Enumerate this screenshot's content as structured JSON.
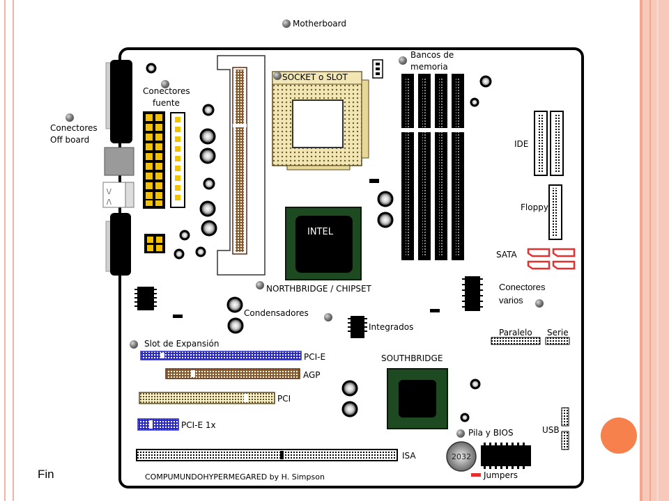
{
  "title": "Motherboard",
  "labels": {
    "socket": "SOCKET o SLOT",
    "memory_banks_line1": "Bancos de",
    "memory_banks_line2": "memoria",
    "power_connectors_line1": "Conectores",
    "power_connectors_line2": "fuente",
    "offboard_line1": "Conectores",
    "offboard_line2": "Off board",
    "ide": "IDE",
    "floppy": "Floppy",
    "sata": "SATA",
    "chip_intel": "INTEL",
    "northbridge": "NORTHBRIDGE / CHIPSET",
    "various_line1": "Conectores",
    "various_line2": "varios",
    "capacitors": "Condensadores",
    "integrated": "Integrados",
    "parallel": "Paralelo",
    "serial": "Serie",
    "expansion_slot": "Slot de Expansión",
    "pcie": "PCI-E",
    "agp": "AGP",
    "southbridge": "SOUTHBRIDGE",
    "pci": "PCI",
    "pcie1x": "PCI-E 1x",
    "usb": "USB",
    "battery_bios": "Pila y BIOS",
    "isa": "ISA",
    "battery_text": "2032",
    "jumpers": "Jumpers",
    "credit": "COMPUMUNDOHYPERMEGARED by H. Simpson"
  },
  "footer": {
    "fin": "Fin"
  },
  "colors": {
    "frame_accent": "#f2a58f",
    "orange_dot": "#f7814c",
    "pcie_blue": "#2a2acc",
    "agp_brown": "#8b5a2b",
    "pci_cream": "#f7f0c6",
    "socket_tan": "#f2e6b4",
    "chip_green": "#1e4a22",
    "sata_red": "#e53030",
    "power_yellow": "#f2c200"
  }
}
